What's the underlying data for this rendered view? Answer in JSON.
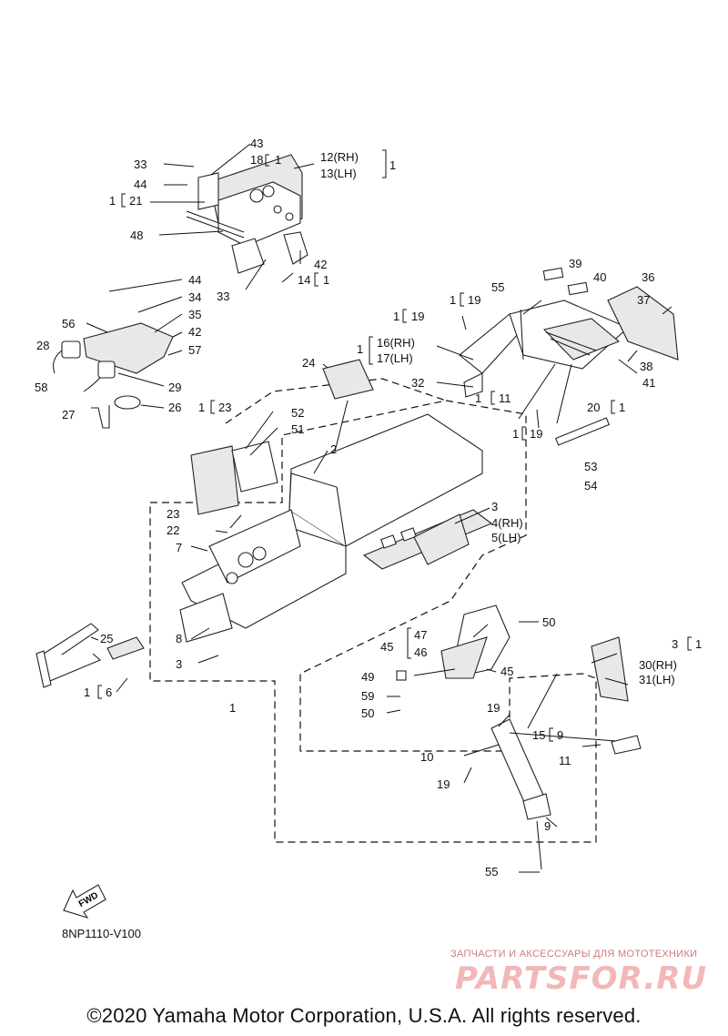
{
  "diagram": {
    "callouts": [
      {
        "id": "c33a",
        "text": "33"
      },
      {
        "id": "c43",
        "text": "43"
      },
      {
        "id": "c18",
        "text": "18"
      },
      {
        "id": "c18q",
        "text": "1"
      },
      {
        "id": "c12",
        "text": "12(RH)"
      },
      {
        "id": "c13",
        "text": "13(LH)"
      },
      {
        "id": "c1213q",
        "text": "1"
      },
      {
        "id": "c44a",
        "text": "44"
      },
      {
        "id": "c21q",
        "text": "1"
      },
      {
        "id": "c21",
        "text": "21"
      },
      {
        "id": "c48",
        "text": "48"
      },
      {
        "id": "c42a",
        "text": "42"
      },
      {
        "id": "c33b",
        "text": "33"
      },
      {
        "id": "c14",
        "text": "14"
      },
      {
        "id": "c14q",
        "text": "1"
      },
      {
        "id": "c44b",
        "text": "44"
      },
      {
        "id": "c34",
        "text": "34"
      },
      {
        "id": "c35",
        "text": "35"
      },
      {
        "id": "c56",
        "text": "56"
      },
      {
        "id": "c42b",
        "text": "42"
      },
      {
        "id": "c28",
        "text": "28"
      },
      {
        "id": "c57",
        "text": "57"
      },
      {
        "id": "c58",
        "text": "58"
      },
      {
        "id": "c29",
        "text": "29"
      },
      {
        "id": "c27",
        "text": "27"
      },
      {
        "id": "c26",
        "text": "26"
      },
      {
        "id": "c39",
        "text": "39"
      },
      {
        "id": "c40",
        "text": "40"
      },
      {
        "id": "c36",
        "text": "36"
      },
      {
        "id": "c37",
        "text": "37"
      },
      {
        "id": "c55a",
        "text": "55"
      },
      {
        "id": "c19aq",
        "text": "1"
      },
      {
        "id": "c19a",
        "text": "19"
      },
      {
        "id": "c19bq",
        "text": "1"
      },
      {
        "id": "c19b",
        "text": "19"
      },
      {
        "id": "c1617q",
        "text": "1"
      },
      {
        "id": "c16",
        "text": "16(RH)"
      },
      {
        "id": "c17",
        "text": "17(LH)"
      },
      {
        "id": "c38",
        "text": "38"
      },
      {
        "id": "c24",
        "text": "24"
      },
      {
        "id": "c41",
        "text": "41"
      },
      {
        "id": "c32",
        "text": "32"
      },
      {
        "id": "c11aq",
        "text": "1"
      },
      {
        "id": "c11a",
        "text": "11"
      },
      {
        "id": "c20",
        "text": "20"
      },
      {
        "id": "c20q",
        "text": "1"
      },
      {
        "id": "c23aq",
        "text": "1"
      },
      {
        "id": "c23a",
        "text": "23"
      },
      {
        "id": "c52",
        "text": "52"
      },
      {
        "id": "c51",
        "text": "51"
      },
      {
        "id": "c19cq",
        "text": "1"
      },
      {
        "id": "c19c",
        "text": "19"
      },
      {
        "id": "c2",
        "text": "2"
      },
      {
        "id": "c53",
        "text": "53"
      },
      {
        "id": "c54",
        "text": "54"
      },
      {
        "id": "c3a",
        "text": "3"
      },
      {
        "id": "c23b",
        "text": "23"
      },
      {
        "id": "c4",
        "text": "4(RH)"
      },
      {
        "id": "c22",
        "text": "22"
      },
      {
        "id": "c5",
        "text": "5(LH)"
      },
      {
        "id": "c7",
        "text": "7"
      },
      {
        "id": "c50a",
        "text": "50"
      },
      {
        "id": "c47",
        "text": "47"
      },
      {
        "id": "c25",
        "text": "25"
      },
      {
        "id": "c8",
        "text": "8"
      },
      {
        "id": "c45a",
        "text": "45"
      },
      {
        "id": "c3b",
        "text": "3"
      },
      {
        "id": "c3cq",
        "text": "1"
      },
      {
        "id": "c46",
        "text": "46"
      },
      {
        "id": "c3c",
        "text": "3"
      },
      {
        "id": "c30",
        "text": "30(RH)"
      },
      {
        "id": "c45b",
        "text": "45"
      },
      {
        "id": "c31",
        "text": "31(LH)"
      },
      {
        "id": "c6q",
        "text": "1"
      },
      {
        "id": "c6",
        "text": "6"
      },
      {
        "id": "c49",
        "text": "49"
      },
      {
        "id": "c1",
        "text": "1"
      },
      {
        "id": "c59",
        "text": "59"
      },
      {
        "id": "c19d",
        "text": "19"
      },
      {
        "id": "c50b",
        "text": "50"
      },
      {
        "id": "c15",
        "text": "15"
      },
      {
        "id": "c15q",
        "text": "9"
      },
      {
        "id": "c10",
        "text": "10"
      },
      {
        "id": "c11b",
        "text": "11"
      },
      {
        "id": "c19e",
        "text": "19"
      },
      {
        "id": "c9",
        "text": "9"
      },
      {
        "id": "c55b",
        "text": "55"
      }
    ],
    "fwd_label": "FWD",
    "reference_code": "8NP1110-V100"
  },
  "footer": {
    "copyright": "©2020 Yamaha Motor Corporation, U.S.A. All rights reserved.",
    "watermark_tagline": "ЗАПЧАСТИ И АКСЕССУАРЫ ДЛЯ МОТОТЕХНИКИ",
    "watermark_logo": "PARTSFOR.RU"
  }
}
